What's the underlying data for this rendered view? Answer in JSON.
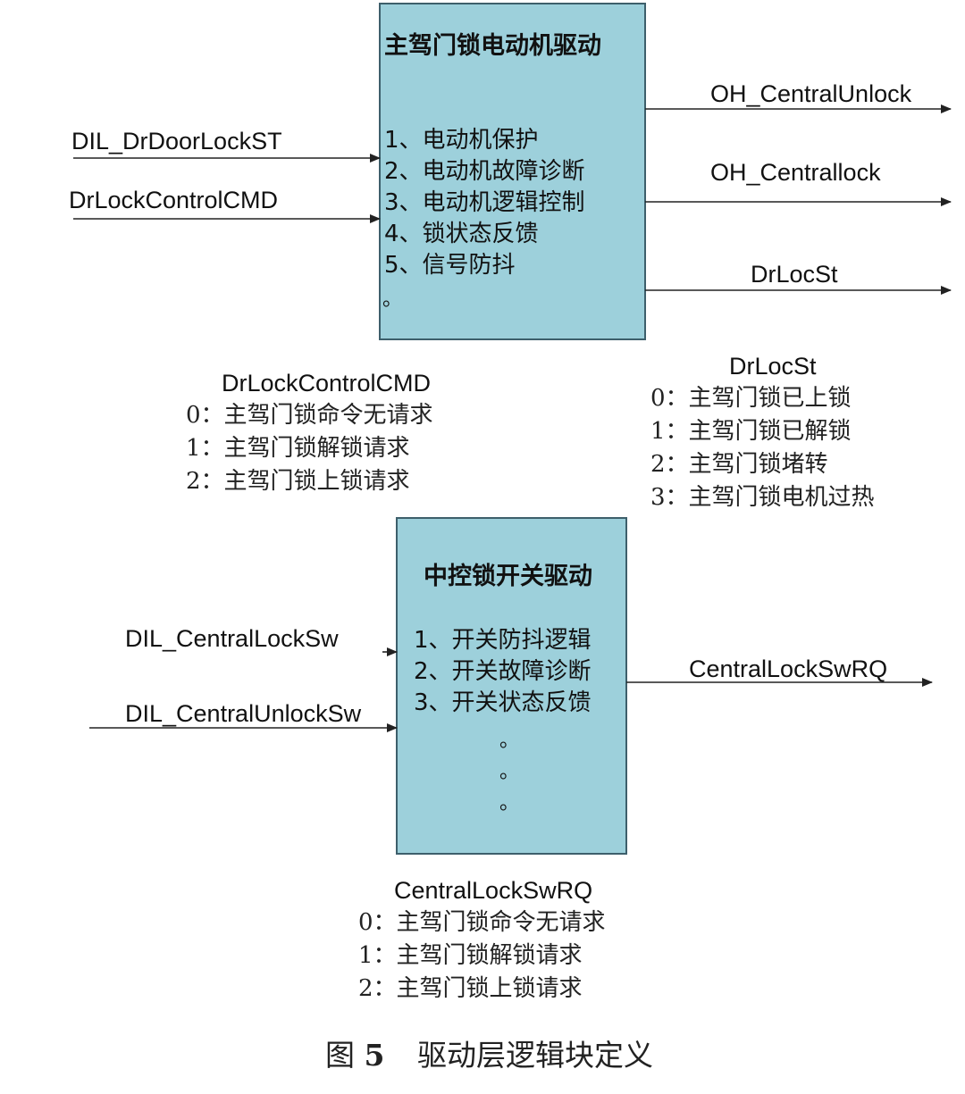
{
  "box_motor": {
    "title": "主驾门锁电动机驱动",
    "items": [
      "1、电动机保护",
      "2、电动机故障诊断",
      "3、电动机逻辑控制",
      "4、锁状态反馈",
      "5、信号防抖",
      "。"
    ]
  },
  "box_switch": {
    "title": "中控锁开关驱动",
    "items": [
      "1、开关防抖逻辑",
      "2、开关故障诊断",
      "3、开关状态反馈",
      "。",
      "。",
      "。"
    ]
  },
  "signals": {
    "motor_in_1": "DIL_DrDoorLockST",
    "motor_in_2": "DrLockControlCMD",
    "motor_out_1": "OH_CentralUnlock",
    "motor_out_2": "OH_Centrallock",
    "motor_out_3": "DrLocSt",
    "switch_in_1": "DIL_CentralLockSw",
    "switch_in_2": "DIL_CentralUnlockSw",
    "switch_out_1": "CentralLockSwRQ"
  },
  "legends": {
    "cmd": {
      "title": "DrLockControlCMD",
      "lines": [
        "0：主驾门锁命令无请求",
        "1：主驾门锁解锁请求",
        "2：主驾门锁上锁请求"
      ]
    },
    "locst": {
      "title": "DrLocSt",
      "lines": [
        "0：主驾门锁已上锁",
        "1：主驾门锁已解锁",
        "2：主驾门锁堵转",
        "3：主驾门锁电机过热"
      ]
    },
    "swrq": {
      "title": "CentralLockSwRQ",
      "lines": [
        "0：主驾门锁命令无请求",
        "1：主驾门锁解锁请求",
        "2：主驾门锁上锁请求"
      ]
    }
  },
  "caption": {
    "label": "图",
    "number": "5",
    "text": "驱动层逻辑块定义"
  },
  "colors": {
    "box_fill": "#9dd0db",
    "box_border": "#3d5f6b",
    "line": "#222222"
  }
}
